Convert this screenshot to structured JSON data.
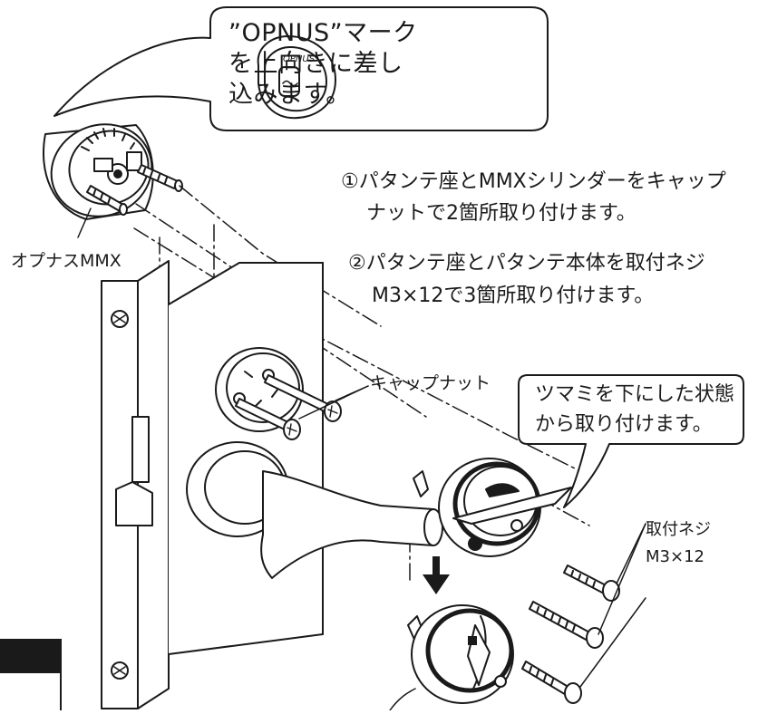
{
  "instruction_bubble": {
    "lines": [
      "”OPNUS”マーク",
      "を上向きに差し",
      "込みます。"
    ]
  },
  "steps": {
    "step1_line1": "①パタンテ座とMMXシリンダーをキャップ",
    "step1_line2": "ナットで2箇所取り付けます。",
    "step2_line1": "②パタンテ座とパタンテ本体を取付ネジ",
    "step2_line2": "M3×12で3箇所取り付けます。"
  },
  "labels": {
    "cylinder": "オプナスMMX",
    "cap_nut": "キャップナット",
    "screw_line1": "取付ネジ",
    "screw_line2": "M3×12"
  },
  "thumbturn_bubble": {
    "lines": [
      "ツマミを下にした状態",
      "から取り付けます。"
    ]
  },
  "cylinder_mark": "OPNUS",
  "colors": {
    "line": "#1a1a1a",
    "background": "#ffffff"
  },
  "icons": [
    "arrow-down-icon"
  ]
}
